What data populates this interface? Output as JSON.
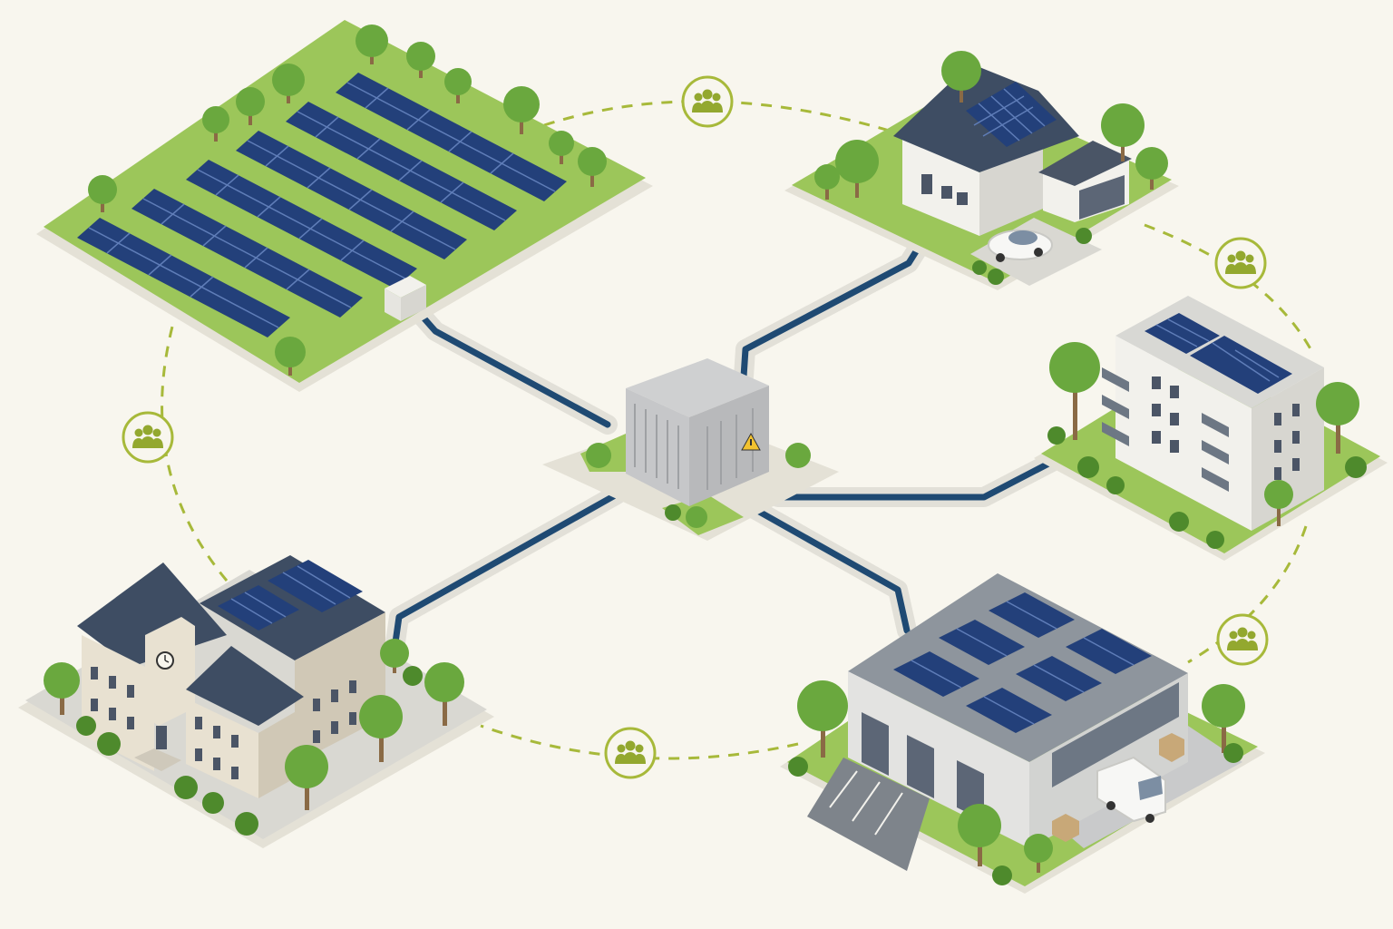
{
  "colors": {
    "background": "#f8f6ee",
    "grass": "#9cc65a",
    "grass_dark": "#7fae42",
    "plot_edge": "#e4e1d6",
    "tree": "#6aa83e",
    "tree_dark": "#4e8a2c",
    "trunk": "#8a6a45",
    "panel": "#23407a",
    "panel_line": "#5f7db8",
    "roof": "#3e4d63",
    "wall_light": "#f2f1ec",
    "wall_shade": "#d7d6d0",
    "school_wall": "#e8e1d1",
    "school_shade": "#d0c8b6",
    "warehouse_wall": "#e3e3e1",
    "warehouse_roof": "#8e959d",
    "cable": "#1f4a73",
    "cable_trench": "#e2e0d8",
    "substation": "#b8b9bb",
    "substation_top": "#cfd0d1",
    "warning": "#f2c230",
    "community_ring": "#a7b93a",
    "community_icon": "#93a82f"
  },
  "diagram": {
    "type": "energy-community-network",
    "hub": {
      "name": "substation",
      "icon": "warning-triangle-icon"
    },
    "nodes": [
      {
        "name": "solar-farm"
      },
      {
        "name": "house-with-solar-roof"
      },
      {
        "name": "apartment-building"
      },
      {
        "name": "warehouse"
      },
      {
        "name": "school-building"
      }
    ],
    "connectors": {
      "style": "underground-cable",
      "count": 5
    },
    "community_ring": {
      "style": "dashed",
      "icon": "community-group-icon",
      "icon_count": 5
    }
  }
}
